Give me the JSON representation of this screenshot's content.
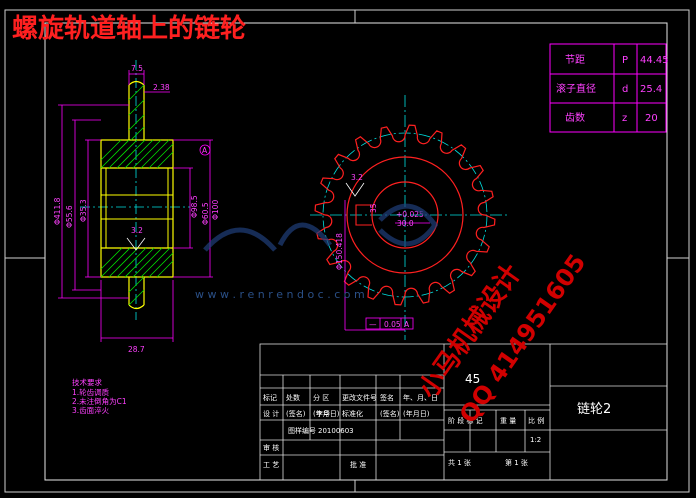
{
  "header": {
    "title": "螺旋轨道轴上的链轮"
  },
  "param_table": [
    {
      "name": "节距",
      "symbol": "P",
      "value": "44.45"
    },
    {
      "name": "滚子直径",
      "symbol": "d",
      "value": "25.4"
    },
    {
      "name": "齿数",
      "symbol": "z",
      "value": "20"
    }
  ],
  "dims": {
    "top_width": "7.5",
    "top_right": "2.38",
    "bore_dia": "Φ100",
    "outer_dia": "Φ411.8",
    "hub_dia_a": "Φ55.6",
    "hub_dia_b": "Φ35.3",
    "hub_inner_a": "Φ98.5",
    "hub_inner_b": "Φ60.5",
    "width_bottom": "28.7",
    "datum_a": "A",
    "rough_left": "3.2",
    "rough_mid": "3.2",
    "pitch_label": "Φ150.418",
    "center_label": "+0.025",
    "center_label_b": "30.0",
    "side_label": "35",
    "tol_symbol": "—",
    "tol_value": "0.05",
    "tol_datum": "A"
  },
  "watermark": {
    "brand_site": "w w w . r e n r e n d o c . c o m",
    "diag_text": "小马机械设计",
    "qq_text": "QQ 414951605"
  },
  "notes": {
    "heading": "技术要求",
    "items": [
      "1.轮齿调质",
      "2.未注倒角为C1",
      "3.齿面淬火"
    ]
  },
  "title_block": {
    "material": "45",
    "part_name": "链轮2",
    "row_labels": [
      "标记",
      "处数",
      "分 区",
      "更改文件号",
      "签名",
      "年、月、日"
    ],
    "row2_labels": [
      "设 计",
      "(签名)",
      "(年月日)",
      "标准化",
      "(签名)",
      "(年月日)"
    ],
    "drawn_by": "李华",
    "drawing_no": "20100603",
    "drawing_label": "图样编号",
    "stage_labels": [
      "阶 段 标 记",
      "重 量",
      "比 例"
    ],
    "scale": "1:2",
    "review_label": "审 核",
    "process_label": "工 艺",
    "approve_label": "批 准",
    "sheets_label": "共 1 张",
    "sheet_label": "第 1 张"
  }
}
